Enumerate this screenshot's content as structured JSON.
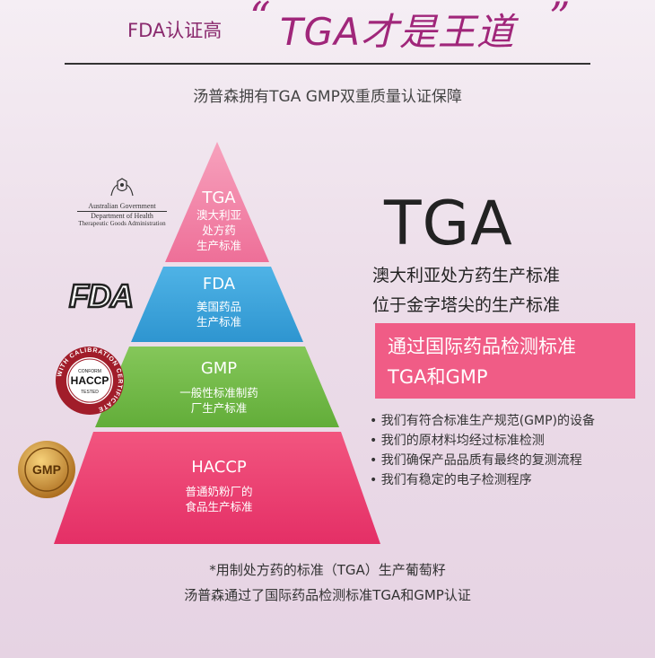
{
  "header": {
    "fda_text": "FDA认证高",
    "open_quote": "“",
    "highlight": "TGA才是王道",
    "close_quote": "”",
    "subtitle": "汤普森拥有TGA GMP双重质量认证保障"
  },
  "pyramid": {
    "tiers": [
      {
        "name": "TGA",
        "lines": [
          "澳大利亚",
          "处方药",
          "生产标准"
        ],
        "color": "#f07aa0"
      },
      {
        "name": "FDA",
        "lines": [
          "美国药品",
          "生产标准"
        ],
        "color": "#3aa3db"
      },
      {
        "name": "GMP",
        "lines": [
          "一般性标准制药",
          "厂生产标准"
        ],
        "color": "#71b846"
      },
      {
        "name": "HACCP",
        "lines": [
          "普通奶粉厂的",
          "食品生产标准"
        ],
        "color": "#ef3e74"
      }
    ]
  },
  "logos": {
    "australian_gov": {
      "line1": "Australian Government",
      "line2": "Department of Health",
      "line3": "Therapeutic Goods Administration"
    },
    "fda": "FDA",
    "haccp": {
      "center": "HACCP",
      "ring": "WITH CALIBRATION CERTIFICATE",
      "top": "CONFORM",
      "bottom": "TESTED"
    },
    "gmp": "GMP"
  },
  "right": {
    "big_title": "TGA",
    "desc1": "澳大利亚处方药生产标准",
    "desc2": "位于金字塔尖的生产标准",
    "box_line1": "通过国际药品检测标准",
    "box_line2": "TGA和GMP",
    "bullets": [
      "• 我们有符合标准生产规范(GMP)的设备",
      "• 我们的原材料均经过标准检测",
      "• 我们确保产品品质有最终的复测流程",
      "• 我们有稳定的电子检测程序"
    ]
  },
  "footer": {
    "line1": "*用制处方药的标准（TGA）生产葡萄籽",
    "line2": "汤普森通过了国际药品检测标准TGA和GMP认证"
  },
  "colors": {
    "accent": "#a0267a",
    "pink_box": "#f05c86"
  }
}
